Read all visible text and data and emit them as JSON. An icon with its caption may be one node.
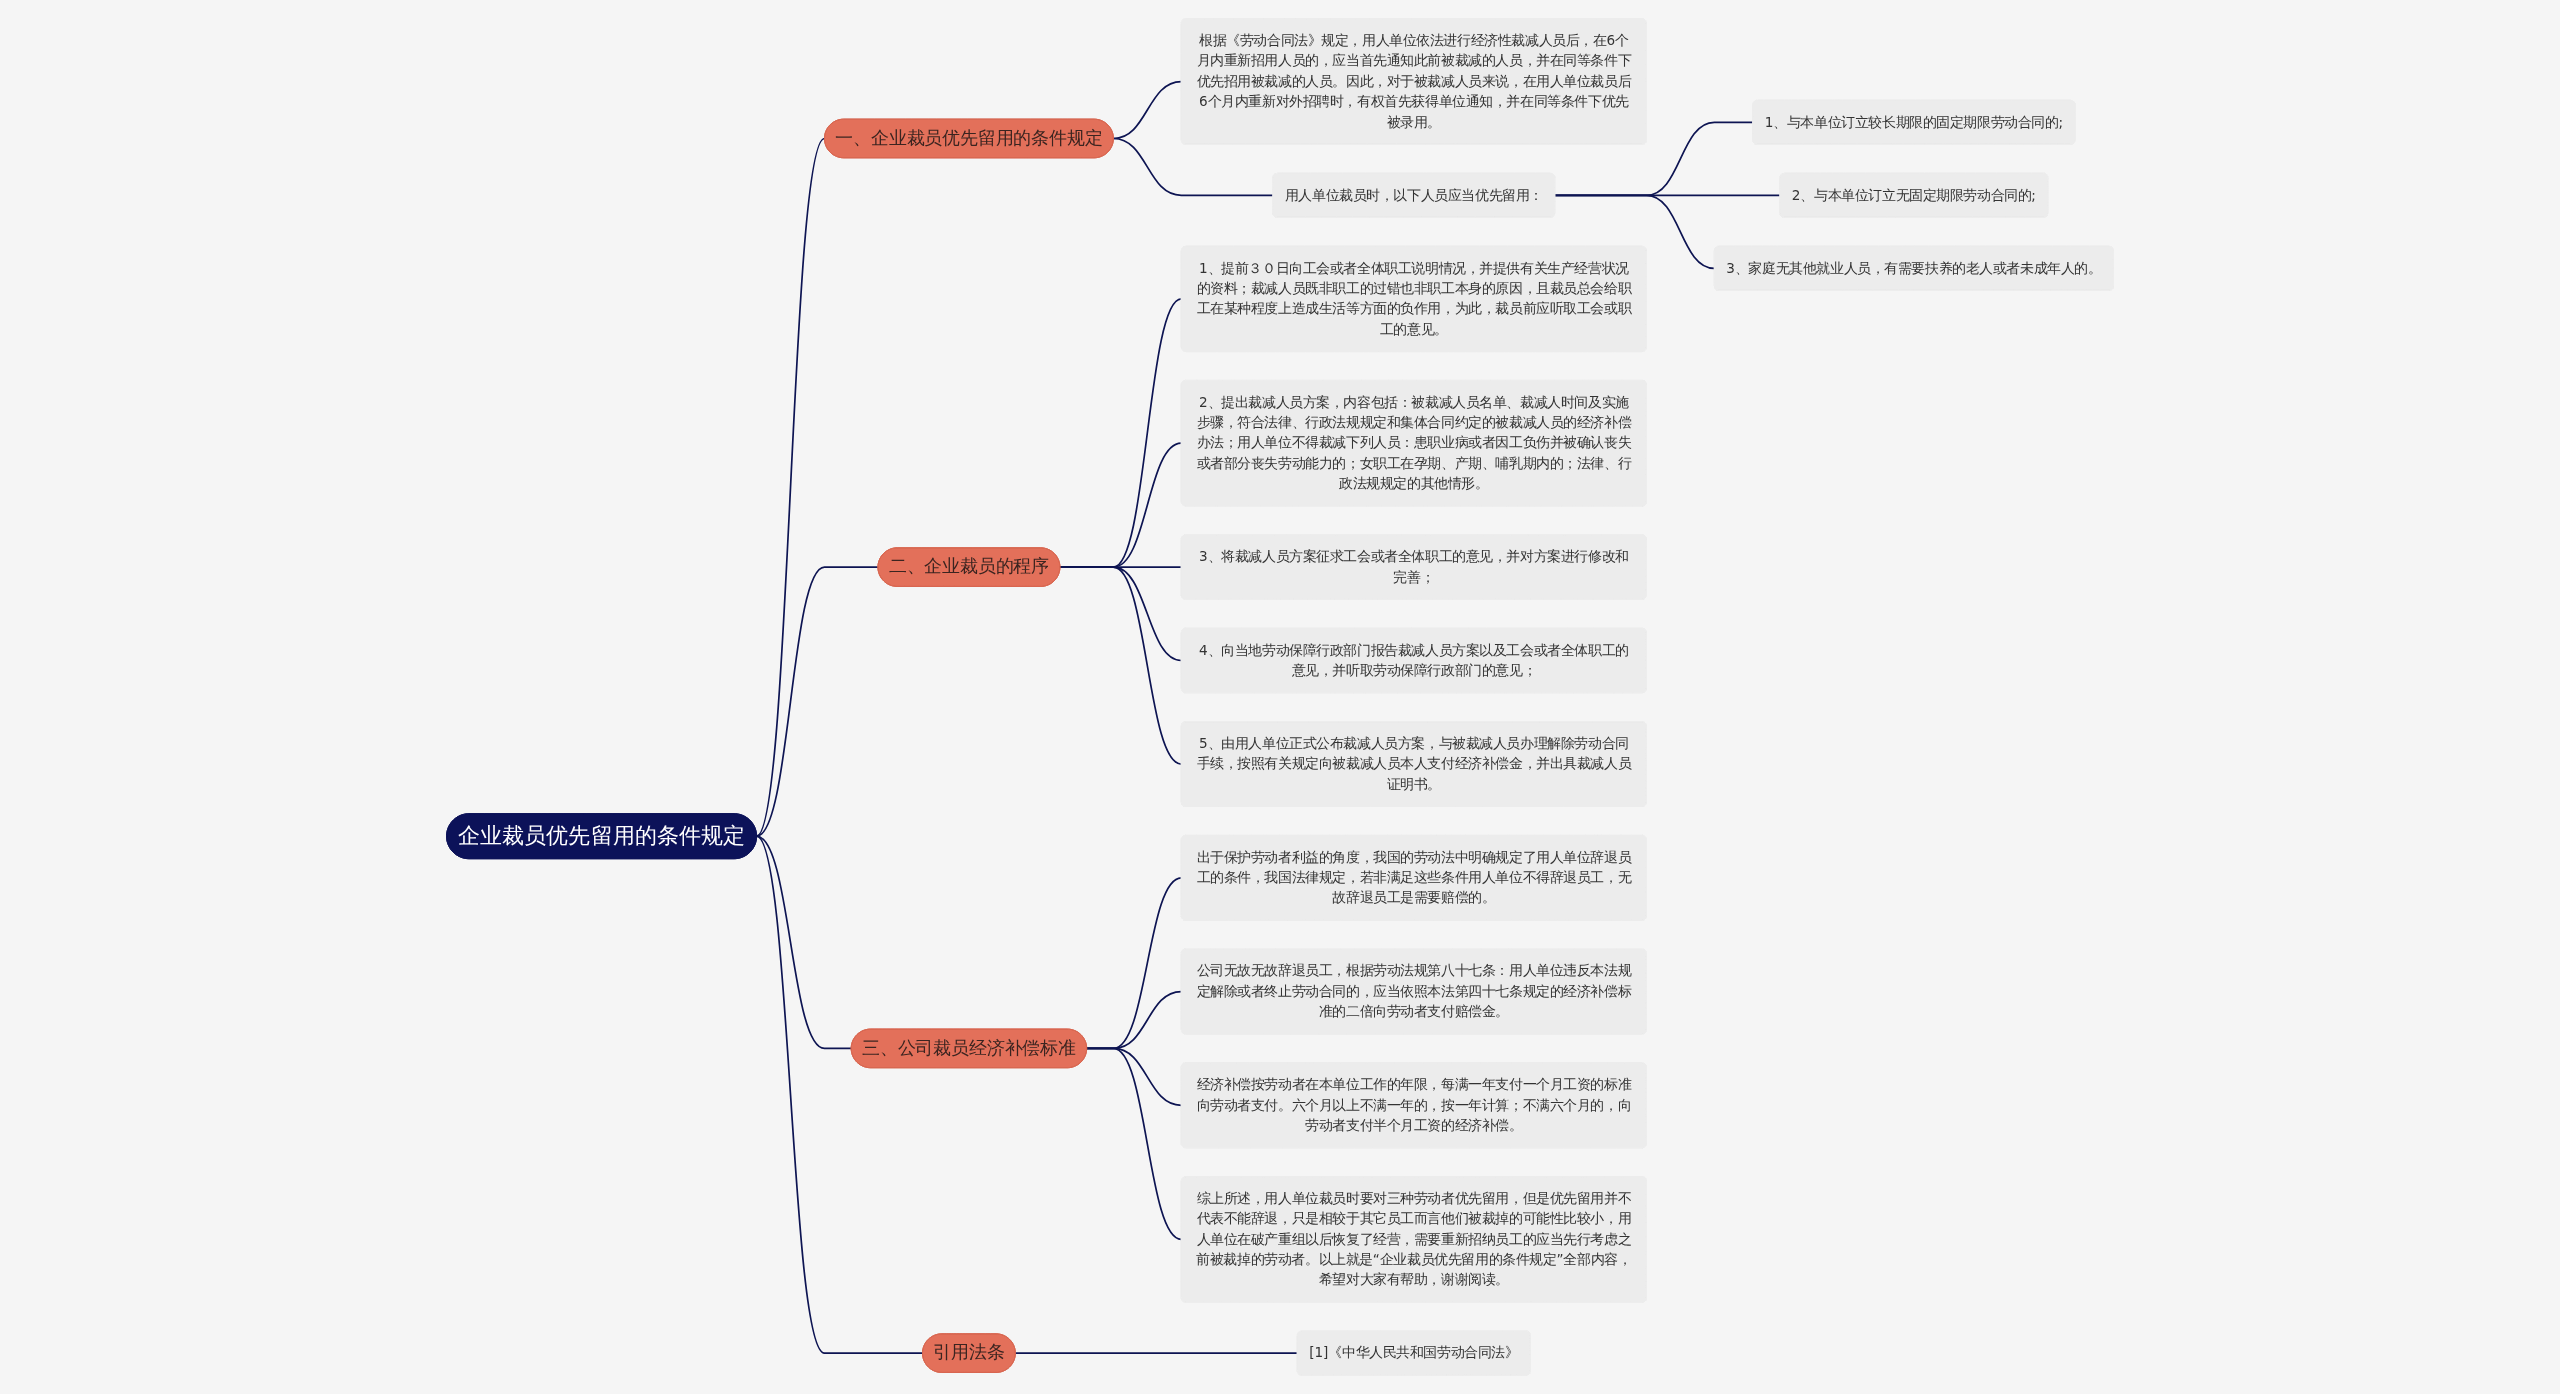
{
  "diagram": {
    "nodes": [
      {
        "text": [
          "企业裁员优先留用的条件规定"
        ]
      },
      {
        "text": [
          "一、企业裁员优先留用的条件规定"
        ]
      },
      {
        "text": [
          "根据《劳动合同法》规定，用人单位依法进行经济性裁减人员后，在6个月内重新招用人员的，应当首先通知此前被裁减的人员，并在同等条件下优先招用被裁减的人员。因此，对于被裁减人员来说，在用人单位裁员后6个月内重新对外招聘时，有权首先获得单位通知，并在同等条件下优先被录用。"
        ]
      },
      {
        "text": [
          "用人单位裁员时，以下人员应当优先留用："
        ]
      },
      {
        "text": [
          "1、与本单位订立较长期限的固定期限劳动合同的;"
        ]
      },
      {
        "text": [
          "2、与本单位订立无固定期限劳动合同的;"
        ]
      },
      {
        "text": [
          "3、家庭无其他就业人员，有需要扶养的老人或者未成年人的。"
        ]
      },
      {
        "text": [
          "二、企业裁员的程序"
        ]
      },
      {
        "text": [
          "1、提前３０日向工会或者全体职工说明情况，并提供有关生产经营状况的资料；裁减人员既非职工的过错也非职工本身的原因，且裁员总会给职工在某种程度上造成生活等方面的负作用，为此，裁员前应听取工会或职工的意见。"
        ]
      },
      {
        "text": [
          "2、提出裁减人员方案，内容包括：被裁减人员名单、裁减人时间及实施步骤，符合法律、行政法规规定和集体合同约定的被裁减人员的经济补偿办法；用人单位不得裁减下列人员：患职业病或者因工负伤并被确认丧失或者部分丧失劳动能力的；女职工在孕期、产期、哺乳期内的；法律、行政法规规定的其他情形。"
        ]
      },
      {
        "text": [
          "3、将裁减人员方案征求工会或者全体职工的意见，并对方案进行修改和完善；"
        ]
      },
      {
        "text": [
          "4、向当地劳动保障行政部门报告裁减人员方案以及工会或者全体职工的意见，并听取劳动保障行政部门的意见；"
        ]
      },
      {
        "text": [
          "5、由用人单位正式公布裁减人员方案，与被裁减人员办理解除劳动合同手续，按照有关规定向被裁减人员本人支付经济补偿金，并出具裁减人员证明书。"
        ]
      },
      {
        "text": [
          "三、公司裁员经济补偿标准"
        ]
      },
      {
        "text": [
          "出于保护劳动者利益的角度，我国的劳动法中明确规定了用人单位辞退员工的条件，我国法律规定，若非满足这些条件用人单位不得辞退员工，无故辞退员工是需要赔偿的。"
        ]
      },
      {
        "text": [
          "公司无故无故辞退员工，根据劳动法规第八十七条：用人单位违反本法规定解除或者终止劳动合同的，应当依照本法第四十七条规定的经济补偿标准的二倍向劳动者支付赔偿金。"
        ]
      },
      {
        "text": [
          "经济补偿按劳动者在本单位工作的年限，每满一年支付一个月工资的标准向劳动者支付。六个月以上不满一年的，按一年计算；不满六个月的，向劳动者支付半个月工资的经济补偿。"
        ]
      },
      {
        "text": [
          "综上所述，用人单位裁员时要对三种劳动者优先留用，但是优先留用并不代表不能辞退，只是相较于其它员工而言他们被裁掉的可能性比较小，用人单位在破产重组以后恢复了经营，需要重新招纳员工的应当先行考虑之前被裁掉的劳动者。以上就是“企业裁员优先留用的条件规定”全部内容，希望对大家有帮助，谢谢阅读。"
        ]
      },
      {
        "text": [
          "引用法条"
        ]
      },
      {
        "text": [
          "[1]《中华人民共和国劳动合同法》"
        ]
      }
    ],
    "edges": [
      {
        "from": 0,
        "to": 1,
        "arrow": "none"
      },
      {
        "from": 1,
        "to": 2,
        "arrow": "none"
      },
      {
        "from": 1,
        "to": 3,
        "arrow": "none"
      },
      {
        "from": 3,
        "to": 4,
        "arrow": "none"
      },
      {
        "from": 3,
        "to": 5,
        "arrow": "none"
      },
      {
        "from": 3,
        "to": 6,
        "arrow": "none"
      },
      {
        "from": 0,
        "to": 7,
        "arrow": "none"
      },
      {
        "from": 7,
        "to": 8,
        "arrow": "none"
      },
      {
        "from": 7,
        "to": 9,
        "arrow": "none"
      },
      {
        "from": 7,
        "to": 10,
        "arrow": "none"
      },
      {
        "from": 7,
        "to": 11,
        "arrow": "none"
      },
      {
        "from": 7,
        "to": 12,
        "arrow": "none"
      },
      {
        "from": 0,
        "to": 13,
        "arrow": "none"
      },
      {
        "from": 13,
        "to": 14,
        "arrow": "none"
      },
      {
        "from": 13,
        "to": 15,
        "arrow": "none"
      },
      {
        "from": 13,
        "to": 16,
        "arrow": "none"
      },
      {
        "from": 13,
        "to": 17,
        "arrow": "none"
      },
      {
        "from": 0,
        "to": 18,
        "arrow": "none"
      },
      {
        "from": 18,
        "to": 19,
        "arrow": "none"
      }
    ]
  }
}
